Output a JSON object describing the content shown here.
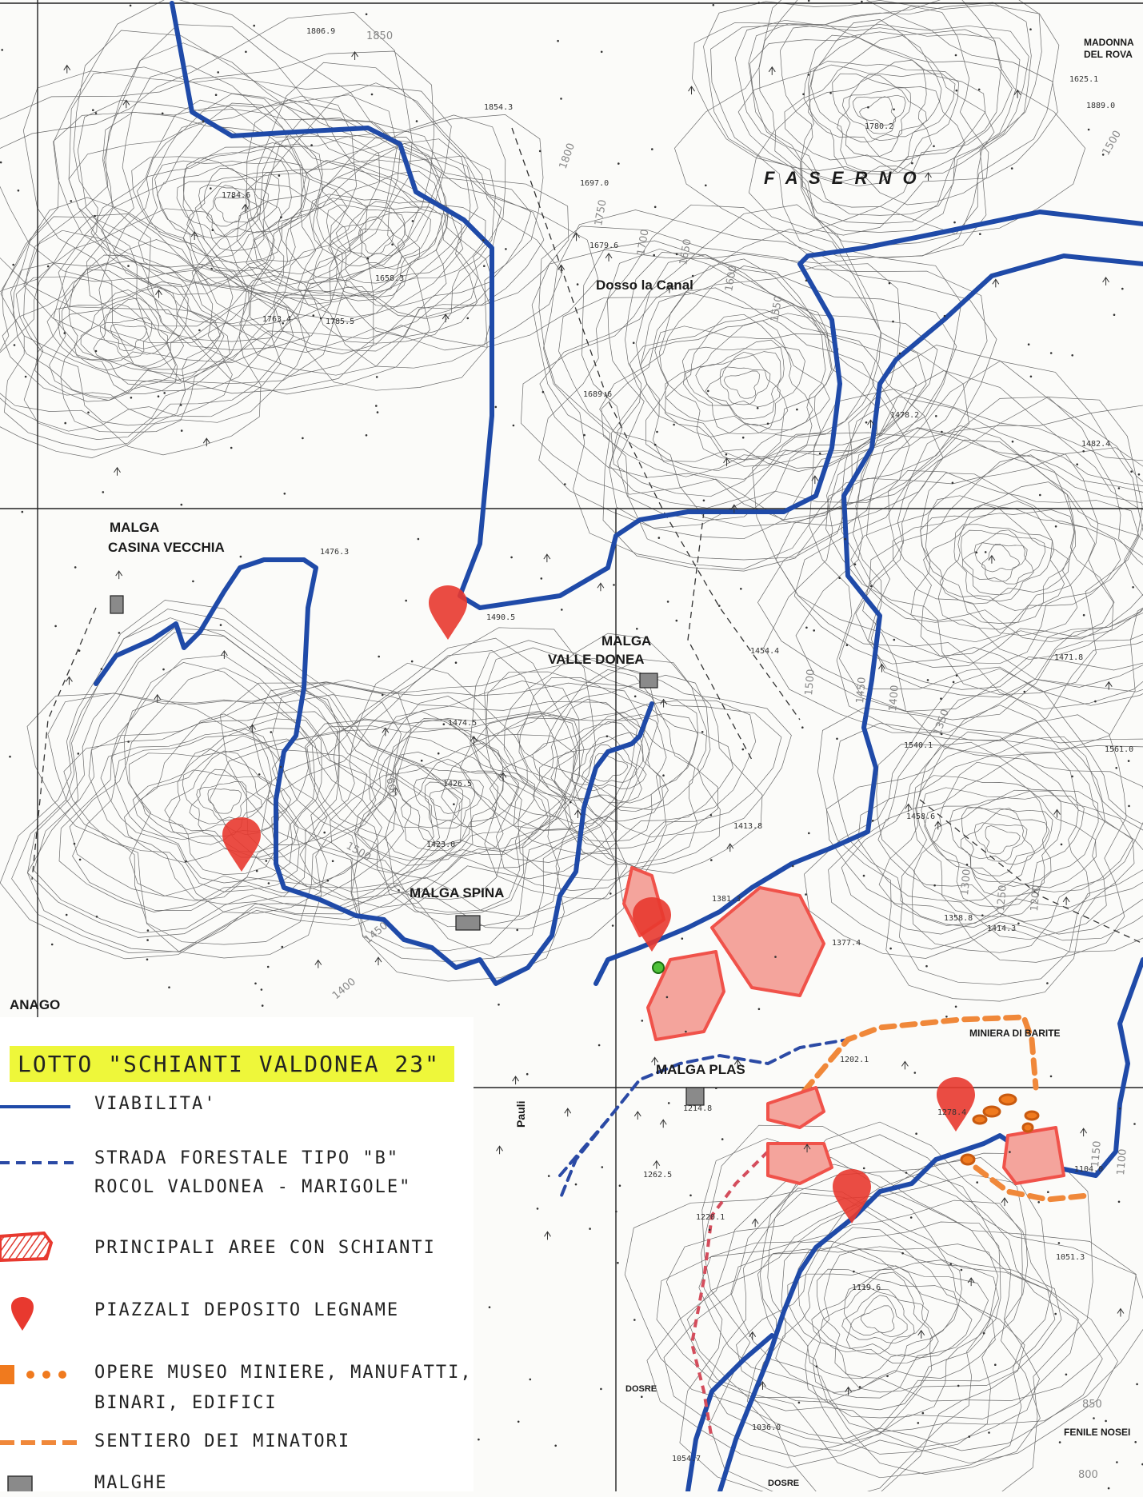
{
  "places": {
    "madonna_line1": "MADONNA",
    "madonna_line2": "DEL ROVA",
    "faserno": "F A S E R N O",
    "dosso": "Dosso la Canal",
    "malga_casina_line1": "MALGA",
    "malga_casina_line2": "CASINA VECCHIA",
    "malga_valle_line1": "MALGA",
    "malga_valle_line2": "VALLE DONEA",
    "malga_spina": "MALGA SPINA",
    "malga_plas": "MALGA PLAS",
    "anago": "ANAGO",
    "miniera": "MINIERA DI BARITE",
    "fenile": "FENILE NOSEI",
    "dosre_1": "DOSRE",
    "dosre_2": "DOSRE",
    "pauli": "Pauli"
  },
  "elevations": [
    "1806.9",
    "1854.3",
    "1784.6",
    "1763.4",
    "1785.5",
    "1780.2",
    "1889.0",
    "1697.0",
    "1679.6",
    "1658.3",
    "1689.6",
    "1625.1",
    "1478.2",
    "1482.4",
    "1476.3",
    "1490.5",
    "1471.8",
    "1454.4",
    "1540.1",
    "1561.0",
    "1474.5",
    "1426.5",
    "1423.0",
    "1413.8",
    "1458.6",
    "1358.8",
    "1381.3",
    "1377.4",
    "1414.3",
    "1262.5",
    "1214.8",
    "1278.4",
    "1202.1",
    "1220.1",
    "1119.6",
    "1104.0",
    "1051.3",
    "1036.0",
    "1054.7"
  ],
  "contour_labels": [
    "1850",
    "1800",
    "1750",
    "1700",
    "1650",
    "1600",
    "1550",
    "1500",
    "1450",
    "1400",
    "1350",
    "1300",
    "1250",
    "1200",
    "1150",
    "1100",
    "850",
    "800",
    "1500",
    "1450",
    "1400",
    "1600",
    "1500"
  ],
  "legend": {
    "title": "LOTTO \"SCHIANTI VALDONEA 23\"",
    "items": [
      {
        "id": "viabilita",
        "label": "VIABILITA'"
      },
      {
        "id": "strada",
        "label_line1": "STRADA FORESTALE TIPO \"B\"",
        "label_line2": "ROCOL VALDONEA - MARIGOLE\""
      },
      {
        "id": "aree",
        "label": "PRINCIPALI AREE CON SCHIANTI"
      },
      {
        "id": "piazzali",
        "label": "PIAZZALI DEPOSITO LEGNAME"
      },
      {
        "id": "opere",
        "label_line1": "OPERE MUSEO MINIERE, MANUFATTI,",
        "label_line2": "BINARI, EDIFICI"
      },
      {
        "id": "sentiero",
        "label": "SENTIERO DEI MINATORI"
      },
      {
        "id": "malghe",
        "label": "MALGHE"
      }
    ]
  },
  "colors": {
    "road": "#1f4aa8",
    "forest_road": "#2b4aa5",
    "schianti": "#f0524a",
    "schianti_fill": "#f4a49c",
    "deposito": "#e8392f",
    "opere": "#f07a1e",
    "sentiero": "#f0883a",
    "malga": "#8a8a8a",
    "highlight": "#eef73a"
  }
}
